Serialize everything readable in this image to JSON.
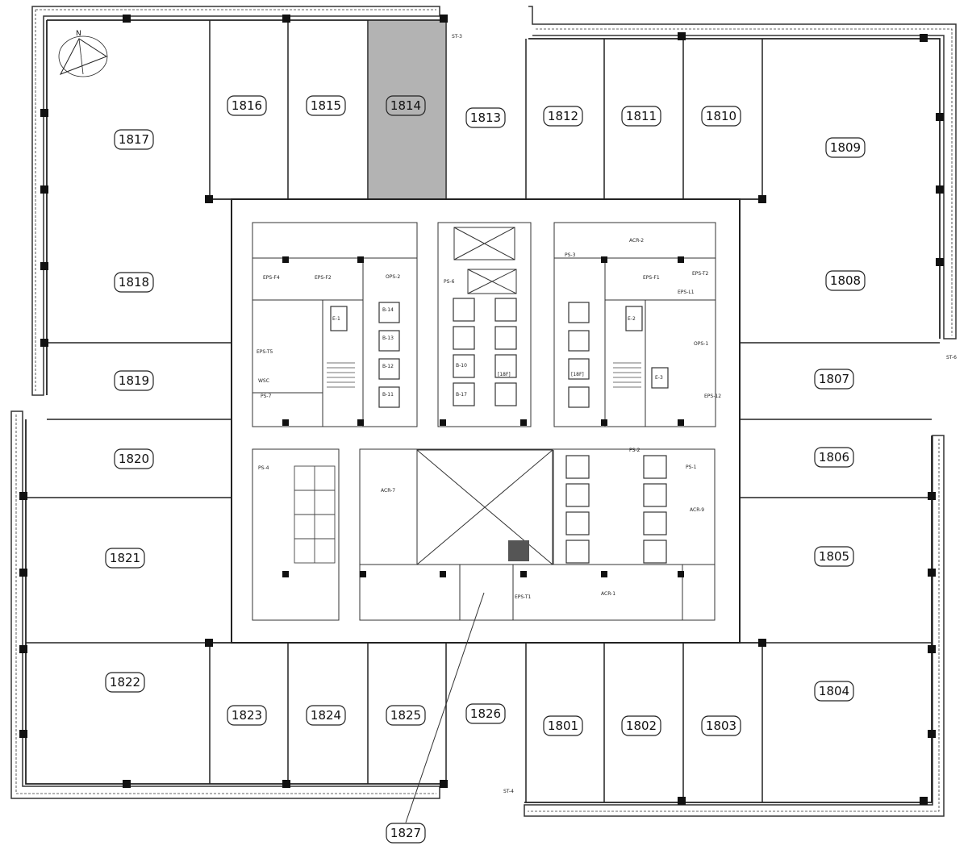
{
  "floor_plan": {
    "north_label": "N",
    "units": [
      {
        "id": "1817",
        "label": "1817"
      },
      {
        "id": "1816",
        "label": "1816"
      },
      {
        "id": "1815",
        "label": "1815"
      },
      {
        "id": "1814",
        "label": "1814",
        "highlighted": true
      },
      {
        "id": "1813",
        "label": "1813"
      },
      {
        "id": "1812",
        "label": "1812"
      },
      {
        "id": "1811",
        "label": "1811"
      },
      {
        "id": "1810",
        "label": "1810"
      },
      {
        "id": "1809",
        "label": "1809"
      },
      {
        "id": "1818",
        "label": "1818"
      },
      {
        "id": "1808",
        "label": "1808"
      },
      {
        "id": "1819",
        "label": "1819"
      },
      {
        "id": "1807",
        "label": "1807"
      },
      {
        "id": "1820",
        "label": "1820"
      },
      {
        "id": "1806",
        "label": "1806"
      },
      {
        "id": "1821",
        "label": "1821"
      },
      {
        "id": "1805",
        "label": "1805"
      },
      {
        "id": "1822",
        "label": "1822"
      },
      {
        "id": "1804",
        "label": "1804"
      },
      {
        "id": "1823",
        "label": "1823"
      },
      {
        "id": "1824",
        "label": "1824"
      },
      {
        "id": "1825",
        "label": "1825"
      },
      {
        "id": "1826",
        "label": "1826"
      },
      {
        "id": "1801",
        "label": "1801"
      },
      {
        "id": "1802",
        "label": "1802"
      },
      {
        "id": "1803",
        "label": "1803"
      },
      {
        "id": "1827",
        "label": "1827"
      }
    ],
    "core_labels": {
      "eps_f4": "EPS-F4",
      "eps_f2": "EPS-F2",
      "ops_2": "OPS-2",
      "ps_6": "PS-6",
      "eps_f1": "EPS-F1",
      "eps_t2": "EPS-T2",
      "eps_l1": "EPS-L1",
      "ops_1": "OPS-1",
      "e_1": "E-1",
      "e_2": "E-2",
      "e_3": "E-3",
      "b_14": "B-14",
      "b_13": "B-13",
      "b_12": "B-12",
      "b_11": "B-11",
      "b_10": "B-10",
      "b_17": "B-17",
      "floor_18f_left": "[18F]",
      "floor_18f_right": "[18F]",
      "wsc": "WSC",
      "ps_7": "PS-7",
      "eps_t5": "EPS-T5",
      "eps_t1": "EPS-T1",
      "eps_12": "EPS-12",
      "ps_1": "PS-1",
      "ps_2": "PS-2",
      "ps_3": "PS-3",
      "ps_4": "PS-4",
      "acr_1": "ACR-1",
      "acr_2": "ACR-2",
      "acr_7": "ACR-7",
      "acr_9": "ACR-9",
      "st_3": "ST-3",
      "st_4": "ST-4",
      "st_6": "ST-6"
    }
  }
}
